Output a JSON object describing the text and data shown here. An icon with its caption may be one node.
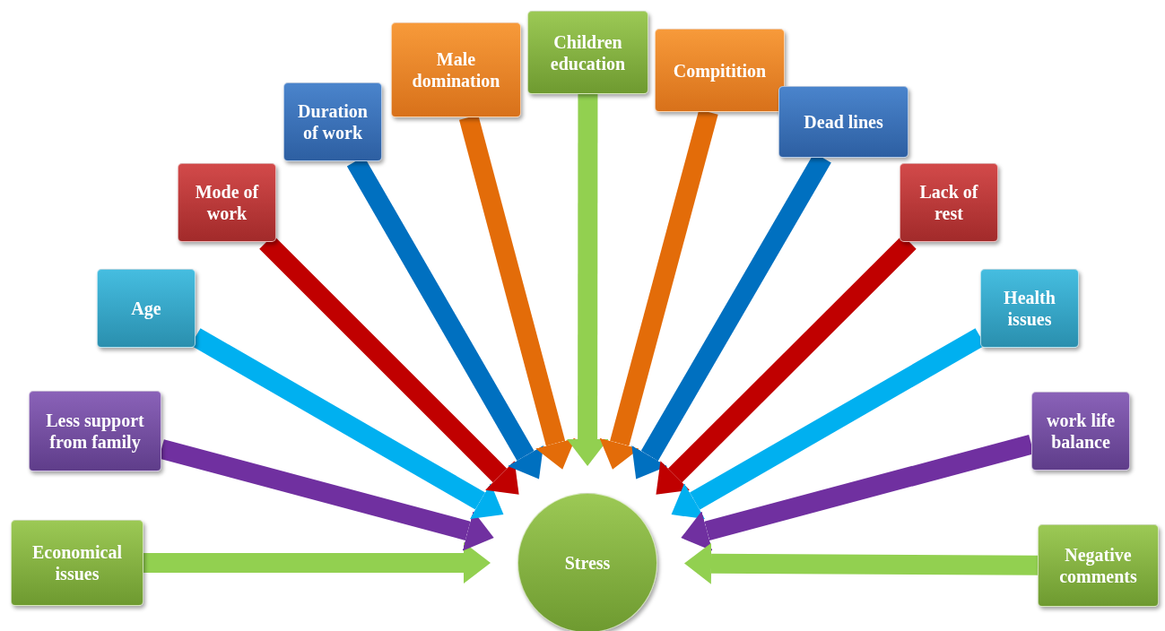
{
  "diagram": {
    "nodes": [
      {
        "text": [
          "Economical issues"
        ]
      },
      {
        "text": [
          "Less support from family"
        ]
      },
      {
        "text": [
          "Age"
        ]
      },
      {
        "text": [
          "Mode of work"
        ]
      },
      {
        "text": [
          "Duration of work"
        ]
      },
      {
        "text": [
          "Male domination"
        ]
      },
      {
        "text": [
          "Children education"
        ]
      },
      {
        "text": [
          "Compitition"
        ]
      },
      {
        "text": [
          "Dead lines"
        ]
      },
      {
        "text": [
          "Lack of rest"
        ]
      },
      {
        "text": [
          "Health issues"
        ]
      },
      {
        "text": [
          "work life balance"
        ]
      },
      {
        "text": [
          "Negative comments"
        ]
      },
      {
        "text": [
          "Stress"
        ]
      }
    ],
    "edges": [
      {
        "from": 0,
        "to": 13,
        "arrow": "to",
        "color": "#92d050"
      },
      {
        "from": 1,
        "to": 13,
        "arrow": "to",
        "color": "#7030a0"
      },
      {
        "from": 2,
        "to": 13,
        "arrow": "to",
        "color": "#00b0f0"
      },
      {
        "from": 3,
        "to": 13,
        "arrow": "to",
        "color": "#c00000"
      },
      {
        "from": 4,
        "to": 13,
        "arrow": "to",
        "color": "#0070c0"
      },
      {
        "from": 5,
        "to": 13,
        "arrow": "to",
        "color": "#e36c09"
      },
      {
        "from": 6,
        "to": 13,
        "arrow": "to",
        "color": "#92d050"
      },
      {
        "from": 7,
        "to": 13,
        "arrow": "to",
        "color": "#e36c09"
      },
      {
        "from": 8,
        "to": 13,
        "arrow": "to",
        "color": "#0070c0"
      },
      {
        "from": 9,
        "to": 13,
        "arrow": "to",
        "color": "#c00000"
      },
      {
        "from": 10,
        "to": 13,
        "arrow": "to",
        "color": "#00b0f0"
      },
      {
        "from": 11,
        "to": 13,
        "arrow": "to",
        "color": "#7030a0"
      },
      {
        "from": 12,
        "to": 13,
        "arrow": "to",
        "color": "#92d050"
      }
    ]
  }
}
